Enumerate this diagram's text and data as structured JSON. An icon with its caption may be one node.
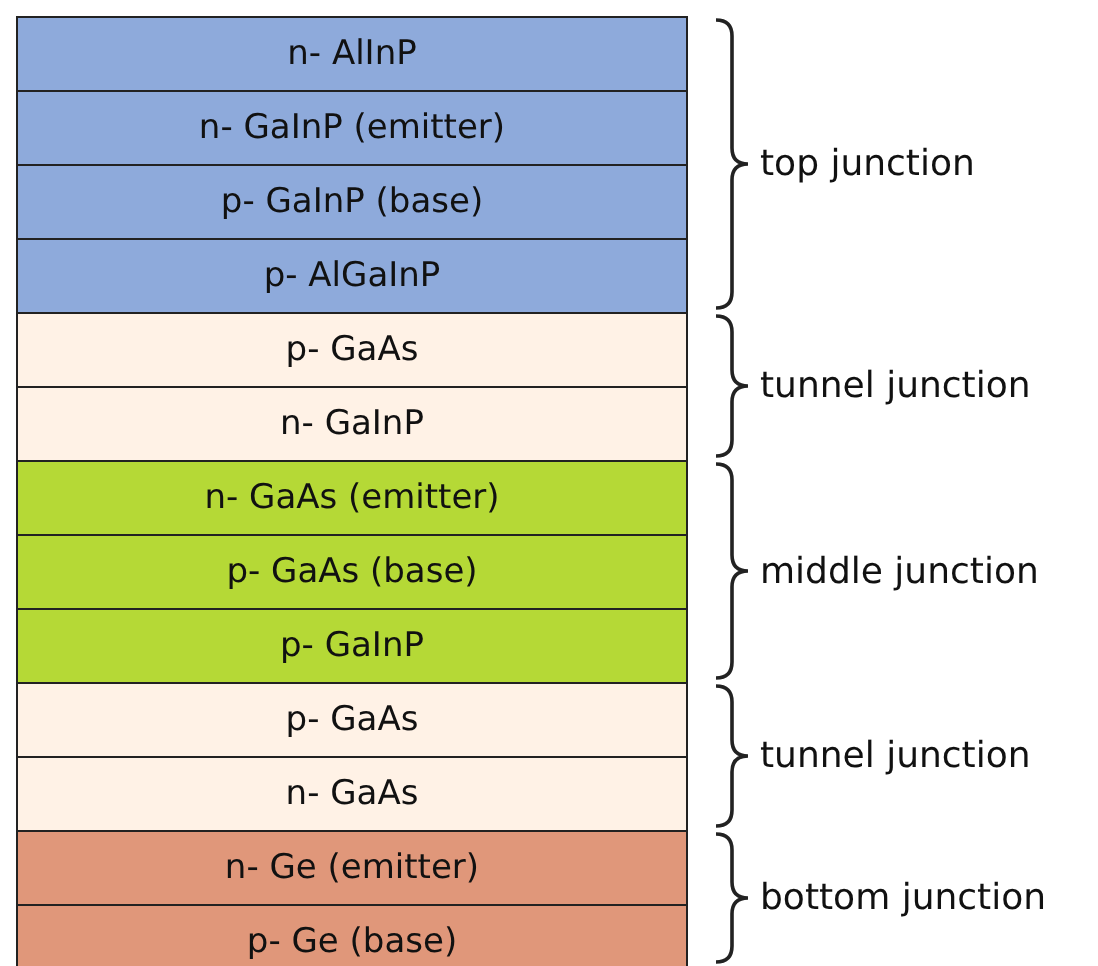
{
  "diagram": {
    "nodes": [
      {
        "text": [
          "n- AlInP"
        ]
      },
      {
        "text": [
          "n- GaInP (emitter)"
        ]
      },
      {
        "text": [
          "p- GaInP (base)"
        ]
      },
      {
        "text": [
          "p- AlGaInP"
        ]
      },
      {
        "text": [
          "p- GaAs"
        ]
      },
      {
        "text": [
          "n- GaInP"
        ]
      },
      {
        "text": [
          "n- GaAs (emitter)"
        ]
      },
      {
        "text": [
          "p- GaAs (base)"
        ]
      },
      {
        "text": [
          "p- GaInP"
        ]
      },
      {
        "text": [
          "p- GaAs"
        ]
      },
      {
        "text": [
          "n- GaAs"
        ]
      },
      {
        "text": [
          "n- Ge (emitter)"
        ]
      },
      {
        "text": [
          "p- Ge (base)"
        ]
      }
    ],
    "edges": [],
    "labels": [
      "top junction",
      "tunnel junction",
      "middle junction",
      "tunnel junction",
      "bottom junction"
    ]
  }
}
